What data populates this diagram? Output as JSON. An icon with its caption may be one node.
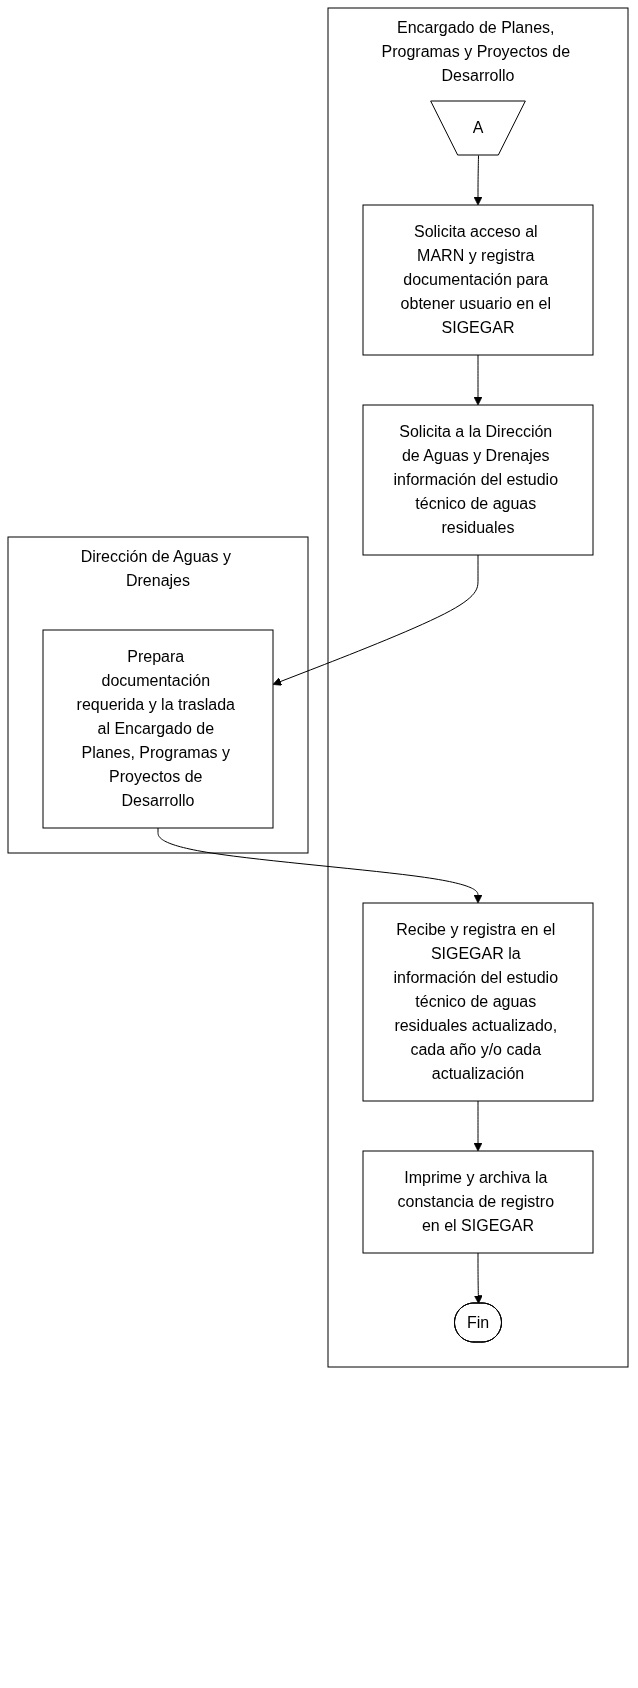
{
  "diagram": {
    "nodes": [
      {
        "text": [
          "Encargado de Planes, Programas y Proyectos de Desarrollo"
        ]
      },
      {
        "text": [
          "Dirección de Aguas y Drenajes"
        ]
      },
      {
        "text": [
          "A"
        ],
        "in": 0
      },
      {
        "text": [
          "Solicita acceso al MARN y registra documentación para obtener usuario en el SIGEGAR"
        ],
        "in": 0
      },
      {
        "text": [
          "Solicita a la Dirección de Aguas y Drenajes información del estudio técnico de aguas residuales"
        ],
        "in": 0
      },
      {
        "text": [
          "Prepara documentación requerida y la traslada al Encargado de Planes, Programas y Proyectos de Desarrollo"
        ],
        "in": 1
      },
      {
        "text": [
          "Recibe y registra en el SIGEGAR la información del estudio técnico de aguas residuales actualizado, cada año y/o cada actualización"
        ],
        "in": 0
      },
      {
        "text": [
          "Imprime y archiva la constancia de registro en el SIGEGAR"
        ],
        "in": 0
      },
      {
        "text": [
          "Fin"
        ],
        "in": 0
      }
    ],
    "edges": [
      {
        "from": 2,
        "to": 3,
        "arrow": "to"
      },
      {
        "from": 3,
        "to": 4,
        "arrow": "to"
      },
      {
        "from": 4,
        "to": 5,
        "arrow": "to"
      },
      {
        "from": 5,
        "to": 6,
        "arrow": "to"
      },
      {
        "from": 6,
        "to": 7,
        "arrow": "to"
      },
      {
        "from": 7,
        "to": 8,
        "arrow": "to"
      }
    ]
  }
}
